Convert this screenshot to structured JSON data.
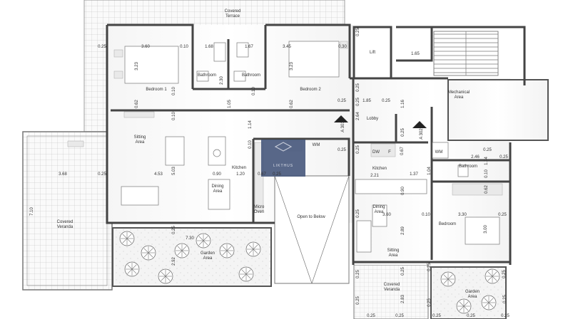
{
  "rooms": {
    "covered_terrace": "Covered\nTerrace",
    "bedroom1": "Bedroom 1",
    "bathroom_a": "Bathroom",
    "bathroom_b": "Bathroom",
    "bedroom2": "Bedroom 2",
    "lift": "Lift",
    "mechanical_area": "Mechanical\nArea",
    "lobby": "Lobby",
    "sitting_area_left": "Sitting\nArea",
    "kitchen_left": "Kitchen",
    "dining_area_left": "Dining\nArea",
    "covered_veranda_left": "Covered\nVeranda",
    "garden_area_left": "Garden\nArea",
    "open_to_below": "Open to Below",
    "kitchen_right": "Kitchen",
    "bathroom_right": "Bathroom",
    "dining_area_right": "Dining\nArea",
    "bedroom_right": "Bedroom",
    "sitting_area_right": "Sitting\nArea",
    "covered_veranda_right": "Covered\nVeranda",
    "garden_area_right": "Garden\nArea"
  },
  "appliances": {
    "wm_left": "WM",
    "dw": "DW",
    "f": "F",
    "wm_right": "WM",
    "micro_oven": "Micro\nOven"
  },
  "section_marks": {
    "a301": "A 301",
    "a302": "A 302"
  },
  "dimensions": [
    "0.25",
    "3.60",
    "0.10",
    "1.68",
    "1.67",
    "3.45",
    "0.30",
    "0.25",
    "3.23",
    "2.30",
    "3.23",
    "0.25",
    "1.65",
    "0.62",
    "0.10",
    "1.05",
    "0.10",
    "0.62",
    "0.25",
    "0.25",
    "1.85",
    "0.25",
    "1.16",
    "0.10",
    "1.14",
    "2.64",
    "0.25",
    "0.25",
    "3.68",
    "0.25",
    "4.53",
    "5.03",
    "0.90",
    "1.20",
    "0.67",
    "0.25",
    "0.10",
    "0.25",
    "0.67",
    "2.46",
    "0.25",
    "0.25",
    "1.74",
    "2.21",
    "1.37",
    "1.04",
    "7.10",
    "0.90",
    "0.62",
    "0.10",
    "0.25",
    "3.60",
    "0.10",
    "3.30",
    "0.25",
    "0.25",
    "7.30",
    "2.92",
    "2.89",
    "3.00",
    "0.25",
    "0.25",
    "0.25",
    "2.83",
    "0.25",
    "0.25",
    "0.25",
    "0.25",
    "0.25",
    "0.25",
    "0.25",
    "0.25",
    "0.25"
  ],
  "watermark": {
    "brand": "LIKTHUS",
    "color": "#4a5a7e"
  }
}
